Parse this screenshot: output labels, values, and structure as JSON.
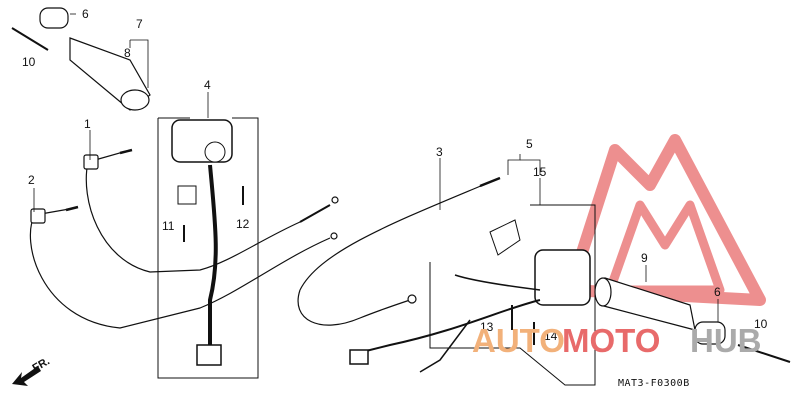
{
  "callouts": {
    "c1": "1",
    "c2": "2",
    "c3": "3",
    "c4": "4",
    "c5": "5",
    "c6a": "6",
    "c6b": "6",
    "c7": "7",
    "c8": "8",
    "c9": "9",
    "c10a": "10",
    "c10b": "10",
    "c11": "11",
    "c12": "12",
    "c13": "13",
    "c14": "14",
    "c15": "15"
  },
  "diagram_code": "MAT3-F0300B",
  "front_arrow_label": "FR.",
  "watermark": {
    "part1": "AUTO",
    "part2": "MOTO",
    "part3": "HUB",
    "color1": "#f2b17a",
    "color2": "#e86a6a",
    "color3": "#aaaaaa"
  },
  "line_color": "#111111"
}
